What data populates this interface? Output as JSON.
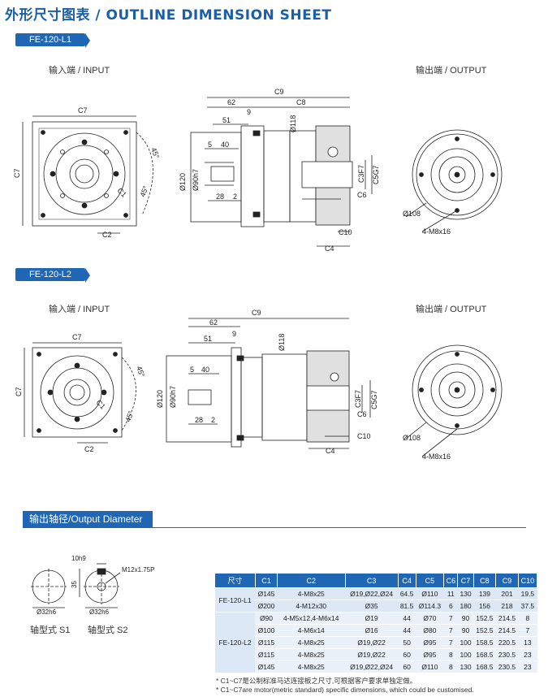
{
  "title": "外形尺寸图表 / OUTLINE DIMENSION SHEET",
  "models": [
    {
      "tag": "FE-120-L1",
      "input_label": "输入端 / INPUT",
      "output_label": "输出端 / OUTPUT"
    },
    {
      "tag": "FE-120-L2",
      "input_label": "输入端 / INPUT",
      "output_label": "输出端 / OUTPUT"
    }
  ],
  "dims": {
    "c1": "C1",
    "c2": "C2",
    "c3": "C3F7",
    "c4": "C4",
    "c5": "C5G7",
    "c6": "C6",
    "c7": "C7",
    "c8": "C8",
    "c9": "C9",
    "c10": "C10",
    "a45": "45°",
    "d62": "62",
    "d51": "51",
    "d9": "9",
    "d5": "5",
    "d40": "40",
    "d28": "28",
    "d2": "2",
    "d118": "Ø118",
    "d120": "Ø120",
    "d90": "Ø90h7",
    "d108": "Ø108",
    "m8": "4-M8x16"
  },
  "shaft": {
    "section_title": "输出轴径/Output Diameter",
    "d10h9": "10h9",
    "m12": "M12x1.75P",
    "d35": "35",
    "d32a": "Ø32h6",
    "d32b": "Ø32h6",
    "s1": "轴型式 S1",
    "s2": "轴型式 S2"
  },
  "table": {
    "headers": [
      "尺寸",
      "C1",
      "C2",
      "C3",
      "C4",
      "C5",
      "C6",
      "C7",
      "C8",
      "C9",
      "C10"
    ],
    "groups": [
      {
        "name": "FE-120-L1",
        "rows": [
          [
            "Ø145",
            "4-M8x25",
            "Ø19,Ø22,Ø24",
            "64.5",
            "Ø110",
            "11",
            "130",
            "139",
            "201",
            "19.5"
          ],
          [
            "Ø200",
            "4-M12x30",
            "Ø35",
            "81.5",
            "Ø114.3",
            "6",
            "180",
            "156",
            "218",
            "37.5"
          ]
        ]
      },
      {
        "name": "FE-120-L2",
        "rows": [
          [
            "Ø90",
            "4-M5x12,4-M6x14",
            "Ø19",
            "44",
            "Ø70",
            "7",
            "90",
            "152.5",
            "214.5",
            "8"
          ],
          [
            "Ø100",
            "4-M6x14",
            "Ø16",
            "44",
            "Ø80",
            "7",
            "90",
            "152.5",
            "214.5",
            "7"
          ],
          [
            "Ø115",
            "4-M8x25",
            "Ø19,Ø22",
            "50",
            "Ø95",
            "7",
            "100",
            "158.5",
            "220.5",
            "13"
          ],
          [
            "Ø115",
            "4-M8x25",
            "Ø19,Ø22",
            "60",
            "Ø95",
            "8",
            "100",
            "168.5",
            "230.5",
            "23"
          ],
          [
            "Ø145",
            "4-M8x25",
            "Ø19,Ø22,Ø24",
            "60",
            "Ø110",
            "8",
            "130",
            "168.5",
            "230.5",
            "23"
          ]
        ]
      }
    ]
  },
  "notes": [
    "* C1~C7是公制标准马达连接板之尺寸,可根据客户要求单独定做。",
    "* C1~C7are motor(metric standard)  specific dimensions, which could be customised."
  ]
}
